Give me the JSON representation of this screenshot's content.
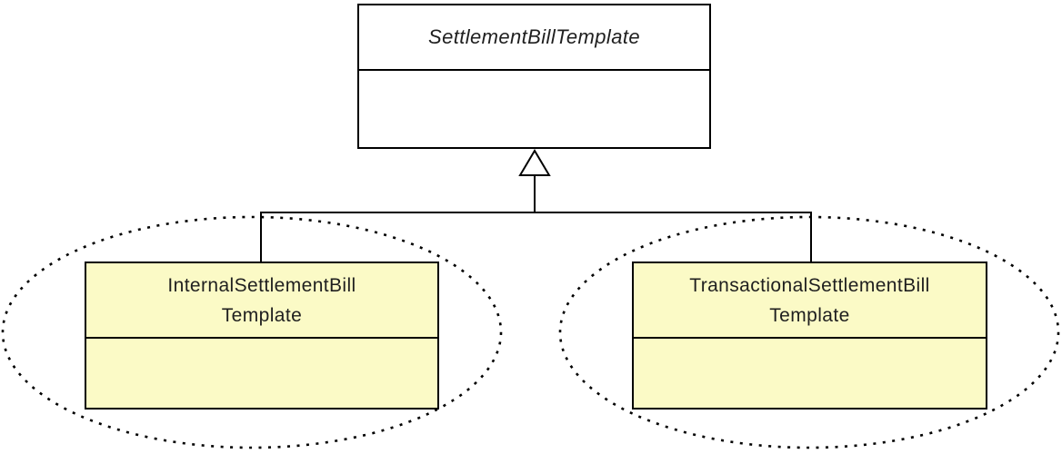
{
  "diagram": {
    "type": "uml-class-diagram",
    "relationship": "generalization",
    "parent": {
      "name": "SettlementBillTemplate",
      "abstract": true,
      "attributes_text": ""
    },
    "children": [
      {
        "name": "InternalSettlementBillTemplate",
        "lines": [
          "InternalSettlementBill",
          "Template"
        ],
        "attributes_text": "",
        "highlighted": true
      },
      {
        "name": "TransactionalSettlementBillTemplate",
        "lines": [
          "TransactionalSettlementBill",
          "Template"
        ],
        "attributes_text": "",
        "highlighted": true
      }
    ],
    "colors": {
      "parent_fill": "#FFFFFF",
      "child_fill": "#FBFAC6",
      "line": "#000000",
      "text": "#1F1F1F"
    }
  }
}
